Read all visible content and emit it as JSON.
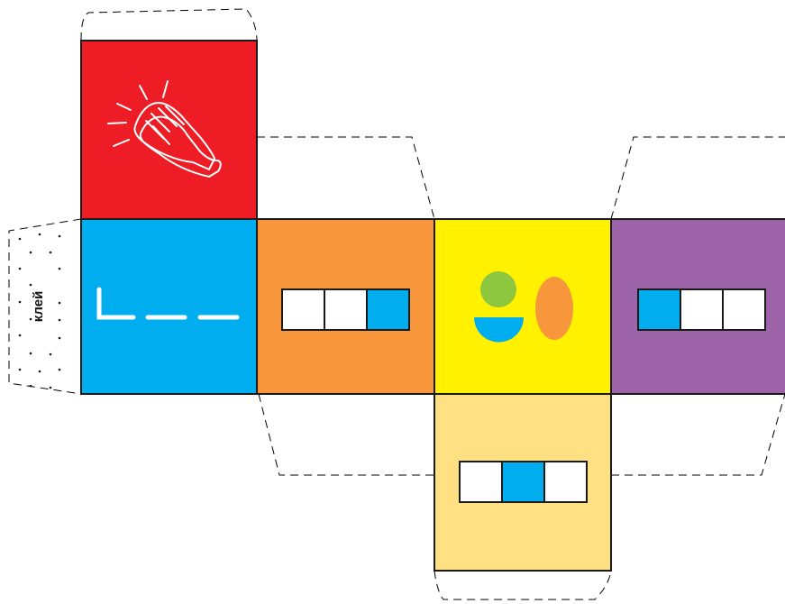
{
  "glue_tab": {
    "label": "клей"
  },
  "colors": {
    "red": "#ee1c25",
    "blue": "#00aeef",
    "orange": "#f7963b",
    "yellow": "#fff100",
    "purple": "#9e64aa",
    "light_yellow": "#ffe082",
    "green": "#8dc63f",
    "white": "#ffffff"
  },
  "faces": [
    {
      "id": "face-top",
      "color": "red",
      "symbol": "clapping-hands-icon"
    },
    {
      "id": "face-left",
      "color": "blue",
      "symbol": "blank-word-lines"
    },
    {
      "id": "face-orange",
      "color": "orange",
      "symbol": "sound-scheme",
      "cells": [
        "white",
        "white",
        "blue"
      ]
    },
    {
      "id": "face-yellow",
      "color": "yellow",
      "symbol": "shape-figure"
    },
    {
      "id": "face-purple",
      "color": "purple",
      "symbol": "sound-scheme",
      "cells": [
        "blue",
        "white",
        "white"
      ]
    },
    {
      "id": "face-bottom",
      "color": "light_yellow",
      "symbol": "sound-scheme",
      "cells": [
        "white",
        "blue",
        "white"
      ]
    }
  ]
}
